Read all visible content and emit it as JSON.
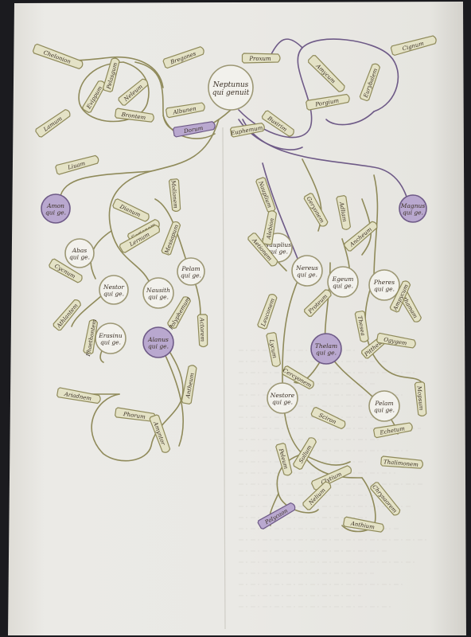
{
  "palette": {
    "parchment": "#e9e8e4",
    "parchment_shade": "#d9d8d2",
    "ink": "#3a2f24",
    "olive_stroke": "#8f8a5a",
    "olive_fill": "#e4e2c6",
    "violet_stroke": "#6e5a87",
    "violet_fill": "#b9a8cf"
  },
  "root": {
    "label": "Neptunus qui genuit"
  },
  "circles": [
    {
      "id": "c-root",
      "label": "Neptunus qui genuit",
      "tone": "white"
    },
    {
      "id": "c-amon",
      "label": "Amon qui ge.",
      "tone": "violet"
    },
    {
      "id": "c-abas",
      "label": "Abas qui ge.",
      "tone": "white"
    },
    {
      "id": "c-nestor-l",
      "label": "Nestor qui ge.",
      "tone": "white"
    },
    {
      "id": "c-nausith",
      "label": "Nausith qui ge.",
      "tone": "white"
    },
    {
      "id": "c-pelam",
      "label": "Pelam qui ge.",
      "tone": "white"
    },
    {
      "id": "c-erasin",
      "label": "Erasinu qui ge.",
      "tone": "white"
    },
    {
      "id": "c-alanus",
      "label": "Alanus qui ge.",
      "tone": "violet"
    },
    {
      "id": "c-nauplius",
      "label": "Nauplius qui ge.",
      "tone": "white"
    },
    {
      "id": "c-magnus",
      "label": "Magnus qui ge.",
      "tone": "violet"
    },
    {
      "id": "c-nereus",
      "label": "Nereus qui ge.",
      "tone": "white"
    },
    {
      "id": "c-egeum",
      "label": "Egeum qui ge.",
      "tone": "white"
    },
    {
      "id": "c-pheres",
      "label": "Pheres qui ge.",
      "tone": "white"
    },
    {
      "id": "c-thelam",
      "label": "Thelam qui ge.",
      "tone": "violet"
    },
    {
      "id": "c-nestor-r",
      "label": "Nestore qui ge.",
      "tone": "white"
    },
    {
      "id": "c-pelam-r",
      "label": "Pelam qui ge.",
      "tone": "white"
    }
  ],
  "tags": [
    {
      "label": "Chelonion",
      "tone": "olive"
    },
    {
      "label": "Bregones",
      "tone": "olive"
    },
    {
      "label": "Proxum",
      "tone": "olive"
    },
    {
      "label": "Cignum",
      "tone": "olive"
    },
    {
      "label": "Albunen",
      "tone": "olive"
    },
    {
      "label": "Dorum",
      "tone": "violet"
    },
    {
      "label": "Brontem",
      "tone": "olive"
    },
    {
      "label": "Lamum",
      "tone": "olive"
    },
    {
      "label": "Evippum",
      "tone": "olive"
    },
    {
      "label": "Porgium",
      "tone": "olive"
    },
    {
      "label": "Eurybalem",
      "tone": "olive"
    },
    {
      "label": "Pelasgum",
      "tone": "olive"
    },
    {
      "label": "Neleum",
      "tone": "olive"
    },
    {
      "label": "Amycum",
      "tone": "olive"
    },
    {
      "label": "Busirim",
      "tone": "olive"
    },
    {
      "label": "Euphemum",
      "tone": "olive"
    },
    {
      "label": "Liuam",
      "tone": "olive"
    },
    {
      "label": "Dianum",
      "tone": "olive"
    },
    {
      "label": "Molionem",
      "tone": "olive"
    },
    {
      "label": "Sarionem",
      "tone": "olive"
    },
    {
      "label": "Lernum",
      "tone": "olive"
    },
    {
      "label": "Messapum",
      "tone": "olive"
    },
    {
      "label": "Cycnum",
      "tone": "olive"
    },
    {
      "label": "Athlantem",
      "tone": "olive"
    },
    {
      "label": "Phaethontem",
      "tone": "olive"
    },
    {
      "label": "Polyphemum",
      "tone": "olive"
    },
    {
      "label": "Actorem",
      "tone": "olive"
    },
    {
      "label": "Antheum",
      "tone": "olive"
    },
    {
      "label": "Phorum",
      "tone": "olive"
    },
    {
      "label": "Amyntor",
      "tone": "olive"
    },
    {
      "label": "Ariadnem",
      "tone": "olive"
    },
    {
      "label": "Nauplium",
      "tone": "olive"
    },
    {
      "label": "Alebion",
      "tone": "olive"
    },
    {
      "label": "Geryonem",
      "tone": "olive"
    },
    {
      "label": "Adliam",
      "tone": "olive"
    },
    {
      "label": "Ancheum",
      "tone": "olive"
    },
    {
      "label": "Aetionem",
      "tone": "olive"
    },
    {
      "label": "Proteum",
      "tone": "olive"
    },
    {
      "label": "Leuconem",
      "tone": "olive"
    },
    {
      "label": "Lycum",
      "tone": "olive"
    },
    {
      "label": "Cercyonem",
      "tone": "olive"
    },
    {
      "label": "Sciron",
      "tone": "olive"
    },
    {
      "label": "Thesea",
      "tone": "olive"
    },
    {
      "label": "Pittheum",
      "tone": "olive"
    },
    {
      "label": "Ogygem",
      "tone": "olive"
    },
    {
      "label": "Athamam",
      "tone": "olive"
    },
    {
      "label": "Ampycum",
      "tone": "olive"
    },
    {
      "label": "Echetum",
      "tone": "olive"
    },
    {
      "label": "Mopsum",
      "tone": "olive"
    },
    {
      "label": "Clytium",
      "tone": "olive"
    },
    {
      "label": "Nelium",
      "tone": "olive"
    },
    {
      "label": "Sollum",
      "tone": "olive"
    },
    {
      "label": "Peleum",
      "tone": "olive"
    },
    {
      "label": "Polycaon",
      "tone": "violet"
    },
    {
      "label": "Anthium",
      "tone": "olive"
    },
    {
      "label": "Chrysaorem",
      "tone": "olive"
    },
    {
      "label": "Thalimonem",
      "tone": "olive"
    }
  ]
}
